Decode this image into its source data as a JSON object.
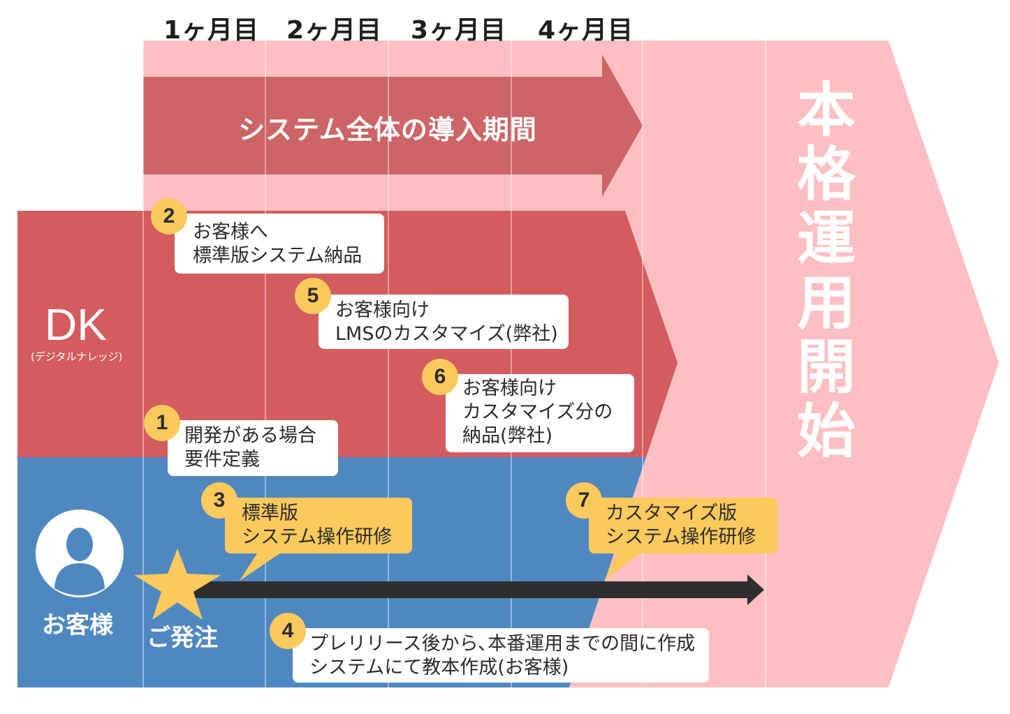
{
  "months": [
    "1ヶ月目",
    "2ヶ月目",
    "3ヶ月目",
    "4ヶ月目"
  ],
  "phase": {
    "label": "システム全体の導入期間"
  },
  "launch": {
    "chars": [
      "本",
      "格",
      "運",
      "用",
      "開",
      "始"
    ]
  },
  "lanes": {
    "dk": {
      "title": "DK",
      "subtitle": "(デジタルナレッジ)"
    },
    "customer": {
      "title": "お客様",
      "order_label": "ご発注"
    }
  },
  "steps": [
    {
      "num": "1",
      "lines": [
        "開発がある場合",
        "要件定義"
      ]
    },
    {
      "num": "2",
      "lines": [
        "お客様へ",
        "標準版システム納品"
      ]
    },
    {
      "num": "3",
      "lines": [
        "標準版",
        "システム操作研修"
      ]
    },
    {
      "num": "4",
      "lines": [
        "プレリリース後から､本番運用までの間に作成",
        "システムにて教本作成(お客様)"
      ]
    },
    {
      "num": "5",
      "lines": [
        "お客様向け",
        "LMSのカスタマイズ(弊社)"
      ]
    },
    {
      "num": "6",
      "lines": [
        "お客様向け",
        "カスタマイズ分の",
        "納品(弊社)"
      ]
    },
    {
      "num": "7",
      "lines": [
        "カスタマイズ版",
        "システム操作研修"
      ]
    }
  ],
  "colors": {
    "pink": "#fdbfc2",
    "dark_red": "#cd6466",
    "dk_red": "#d45c5e",
    "customer_blue": "#4f88c1",
    "accent_yellow": "#fbc95c",
    "dark_arrow": "#2e2e2e"
  }
}
